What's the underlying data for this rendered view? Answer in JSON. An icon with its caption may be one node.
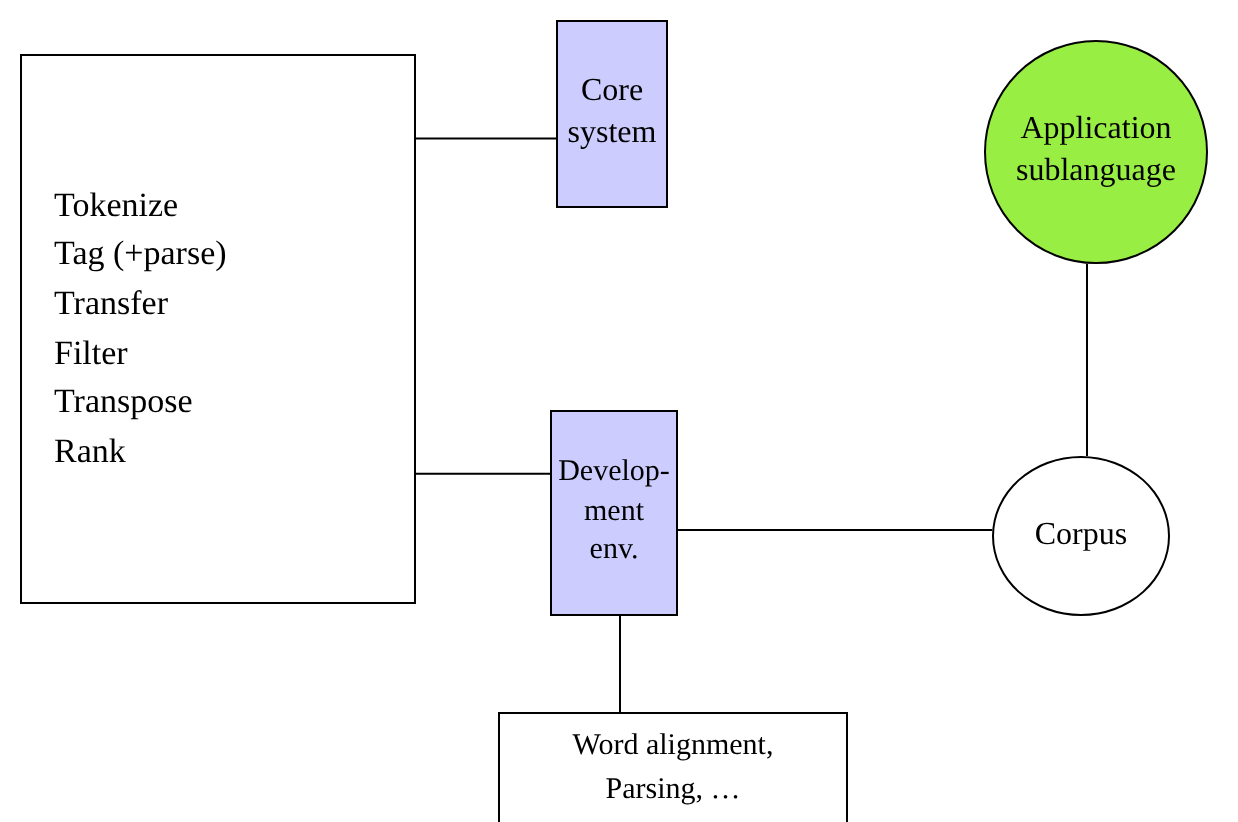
{
  "diagram": {
    "nodes": [
      {
        "text": [
          "Tokenize",
          "Tag (+parse)",
          "Transfer",
          "Filter",
          "Transpose",
          "Rank"
        ]
      },
      {
        "text": [
          "Core system"
        ]
      },
      {
        "text": [
          "Application sublanguage"
        ]
      },
      {
        "text": [
          "Develop-ment env."
        ]
      },
      {
        "text": [
          "Corpus"
        ]
      },
      {
        "text": [
          "Word alignment, Parsing, …"
        ]
      }
    ],
    "edges": [
      {
        "from": 0,
        "to": 1,
        "arrow": "none"
      },
      {
        "from": 0,
        "to": 3,
        "arrow": "none"
      },
      {
        "from": 3,
        "to": 4,
        "arrow": "none"
      },
      {
        "from": 4,
        "to": 2,
        "arrow": "none"
      },
      {
        "from": 3,
        "to": 5,
        "arrow": "none"
      }
    ]
  }
}
